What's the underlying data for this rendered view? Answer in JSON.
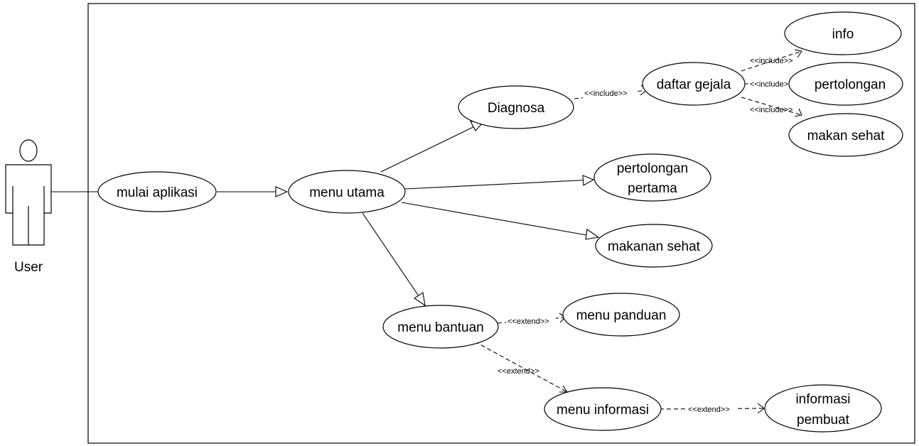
{
  "actor": {
    "name": "User"
  },
  "use_cases": {
    "mulai_aplikasi": "mulai aplikasi",
    "menu_utama": "menu utama",
    "diagnosa": "Diagnosa",
    "daftar_gejala": "daftar gejala",
    "info": "info",
    "pertolongan": "pertolongan",
    "makan_sehat": "makan sehat",
    "pertolongan_pertama_1": "pertolongan",
    "pertolongan_pertama_2": "pertama",
    "makanan_sehat": "makanan sehat",
    "menu_bantuan": "menu bantuan",
    "menu_panduan": "menu panduan",
    "menu_informasi": "menu informasi",
    "informasi_pembuat_1": "informasi",
    "informasi_pembuat_2": "pembuat"
  },
  "relations": {
    "include_diagnosa": "<<include>>",
    "include_info": "<<include>>",
    "include_pertolongan": "<<include>>",
    "include_makan_sehat": "<<include>>",
    "extend_panduan": "<<extend>>",
    "extend_informasi": "<<extend>>",
    "extend_pembuat": "<<extend>>"
  }
}
